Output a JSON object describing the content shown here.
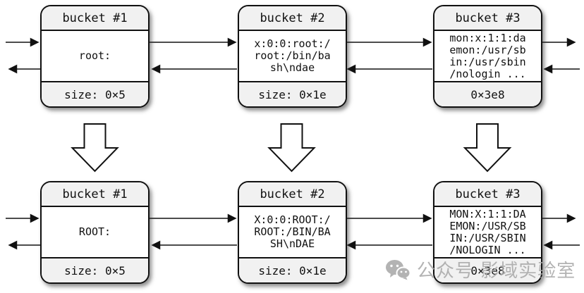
{
  "diagram": {
    "description_colors": {
      "border": "#111111",
      "header_footer_fill": "#f1f1f1",
      "body_fill": "#ffffff",
      "watermark_gray": "#a9a9a9"
    },
    "top_row": [
      {
        "title": "bucket #1",
        "body_lines": [
          "root:"
        ],
        "footer": "size: 0×5"
      },
      {
        "title": "bucket #2",
        "body_lines": [
          "x:0:0:root:/",
          "root:/bin/ba",
          "sh\\ndae"
        ],
        "footer": "size: 0×1e"
      },
      {
        "title": "bucket #3",
        "body_lines": [
          "mon:x:1:1:da",
          "emon:/usr/sb",
          "in:/usr/sbin",
          "/nologin ..."
        ],
        "footer": "0×3e8"
      }
    ],
    "bottom_row": [
      {
        "title": "bucket #1",
        "body_lines": [
          "ROOT:"
        ],
        "footer": "size: 0×5"
      },
      {
        "title": "bucket #2",
        "body_lines": [
          "X:0:0:ROOT:/",
          "ROOT:/BIN/BA",
          "SH\\nDAE"
        ],
        "footer": "size: 0×1e"
      },
      {
        "title": "bucket #3",
        "body_lines": [
          "MON:X:1:1:DA",
          "EMON:/USR/SB",
          "IN:/USR/SBIN",
          "/NOLOGIN ..."
        ],
        "footer": "0×3e8"
      }
    ]
  },
  "watermark": {
    "icon": "wechat-icon",
    "text": "公众号 影域实验室"
  }
}
